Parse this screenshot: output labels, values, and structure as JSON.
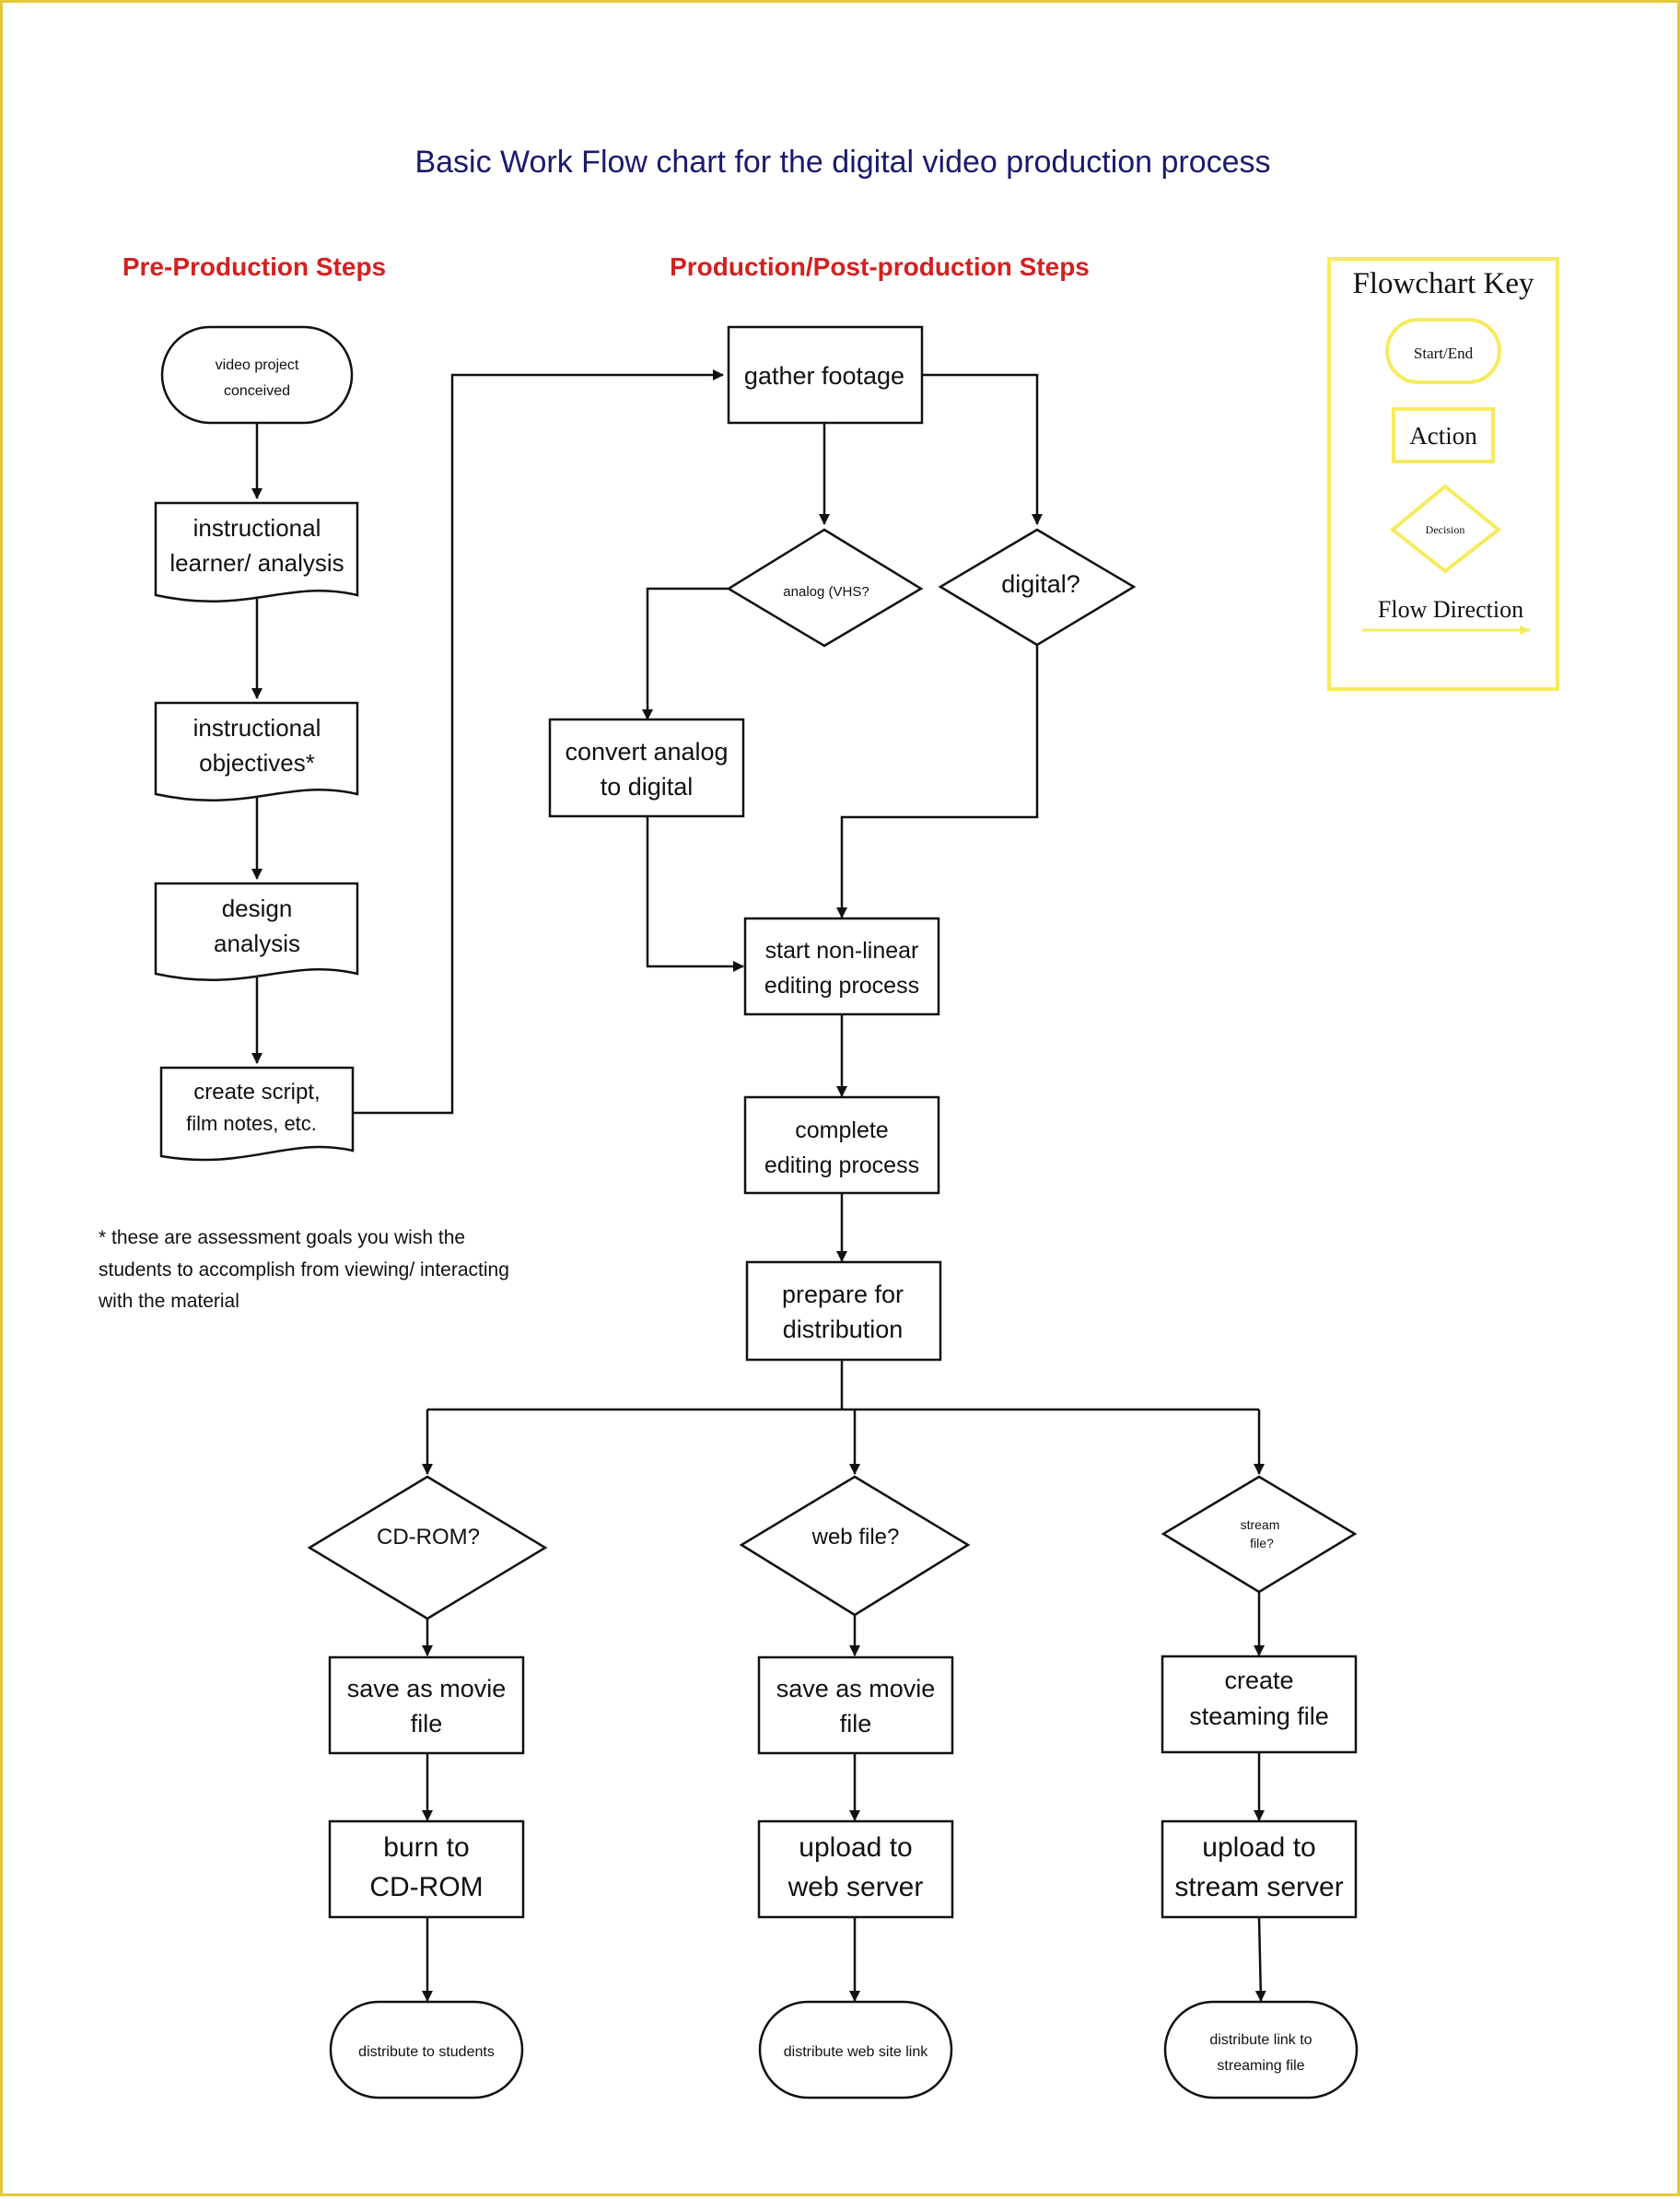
{
  "title": "Basic Work Flow chart for the digital video production process",
  "sections": {
    "pre_production": "Pre-Production Steps",
    "production": "Production/Post-production Steps"
  },
  "nodes": {
    "video_project": [
      "video project",
      "conceived"
    ],
    "learner_analysis": [
      "instructional",
      "learner/ analysis"
    ],
    "objectives": [
      "instructional",
      "objectives*"
    ],
    "design_analysis": [
      "design",
      "analysis"
    ],
    "create_script": [
      "create script,",
      "film notes, etc."
    ],
    "gather_footage": [
      "gather footage"
    ],
    "analog": [
      "analog (VHS?"
    ],
    "digital": [
      "digital?"
    ],
    "convert_analog": [
      "convert analog",
      "to digital"
    ],
    "start_editing": [
      "start non-linear",
      "editing process"
    ],
    "complete_editing": [
      "complete",
      "editing process"
    ],
    "prepare_distribution": [
      "prepare for",
      "distribution"
    ],
    "cdrom_q": [
      "CD-ROM?"
    ],
    "web_q": [
      "web file?"
    ],
    "stream_q": [
      "stream",
      "file?"
    ],
    "save_movie_1": [
      "save as movie",
      "file"
    ],
    "save_movie_2": [
      "save as movie",
      "file"
    ],
    "create_streaming": [
      "create",
      "steaming file"
    ],
    "burn_cdrom": [
      "burn to",
      "CD-ROM"
    ],
    "upload_web": [
      "upload to",
      "web server"
    ],
    "upload_stream": [
      "upload to",
      "stream server"
    ],
    "distribute_students": [
      "distribute to students"
    ],
    "distribute_web": [
      "distribute web site link"
    ],
    "distribute_stream": [
      "distribute link to",
      "streaming file"
    ]
  },
  "footnote": [
    "* these are assessment goals you wish the",
    "students to accomplish from viewing/ interacting",
    "with the material"
  ],
  "key": {
    "title": "Flowchart Key",
    "start_end": "Start/End",
    "action": "Action",
    "decision": "Decision",
    "flow_direction": "Flow Direction"
  },
  "colors": {
    "title": "#1a1a6e",
    "section_heading": "#d42020",
    "key_outline": "#f5eb5e",
    "page_border": "#e3c93a"
  }
}
